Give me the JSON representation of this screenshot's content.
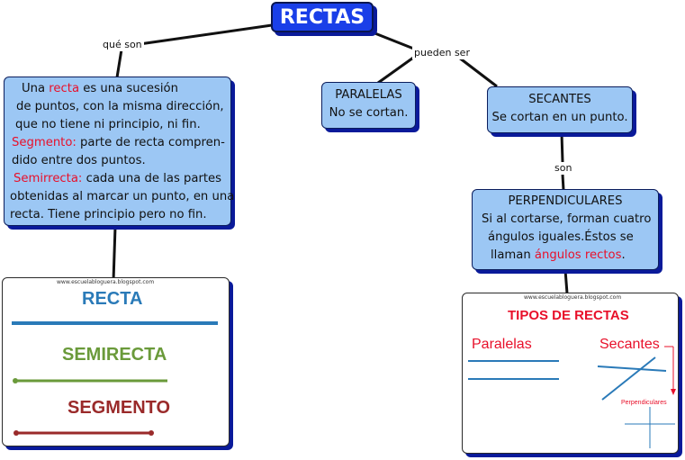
{
  "title": "RECTAS",
  "links": {
    "que_son": "qué son",
    "pueden_ser": "pueden ser",
    "son": "son"
  },
  "definition": {
    "line1_a": "Una ",
    "line1_red": "recta",
    "line1_b": " es una sucesión",
    "line2": "de puntos, con la misma dirección,",
    "line3": "que no tiene ni principio, ni fin.",
    "line4_red": "Segmento:",
    "line4_b": " parte de recta compren-",
    "line5": "dido entre dos puntos.",
    "line6_red": "Semirrecta:",
    "line6_b": " cada una de las partes",
    "line7": "obtenidas al marcar un punto, en una",
    "line8": "recta. Tiene principio pero no fin."
  },
  "paralelas": {
    "name": "PARALELAS",
    "desc": "No se cortan."
  },
  "secantes": {
    "name": "SECANTES",
    "desc": "Se cortan en un punto."
  },
  "perpendiculares": {
    "name": "PERPENDICULARES",
    "line1": "Si al cortarse, forman cuatro",
    "line2": "ángulos iguales.Éstos se",
    "line3_a": "llaman ",
    "line3_red": "ángulos rectos",
    "line3_b": "."
  },
  "image_left": {
    "url": "www.escuelabloguera.blogspot.com",
    "recta": "RECTA",
    "semirecta": "SEMIRECTA",
    "segmento": "SEGMENTO"
  },
  "image_right": {
    "url": "www.escuelabloguera.blogspot.com",
    "title": "TIPOS DE RECTAS",
    "paralelas": "Paralelas",
    "secantes": "Secantes",
    "perpendiculares": "Perpendiculares"
  },
  "colors": {
    "title_bg": "#1a3fe8",
    "node_bg": "#9cc7f4",
    "shadow": "#0a1a9a",
    "emphasis": "#e8102a",
    "recta_blue": "#2a7ab8",
    "semirecta_green": "#6a9a3a",
    "segmento_red": "#9a2a2a"
  }
}
